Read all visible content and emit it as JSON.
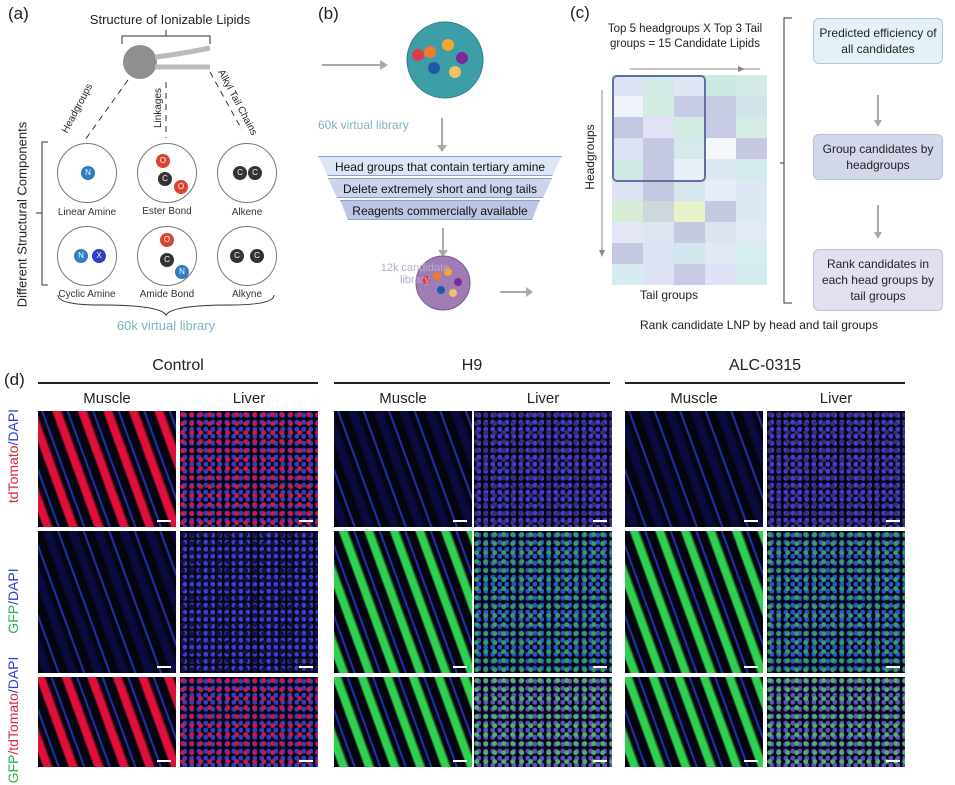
{
  "panel_a": {
    "label": "(a)",
    "title": "Structure of Ionizable Lipids",
    "branches": [
      "Headgroups",
      "Linkages",
      "Alkyl Tail Chains"
    ],
    "side_label": "Different Structural Components",
    "components": [
      {
        "name": "Linear Amine",
        "atoms": [
          "N"
        ]
      },
      {
        "name": "Ester Bond",
        "atoms": [
          "O",
          "C",
          "O"
        ]
      },
      {
        "name": "Alkene",
        "atoms": [
          "C",
          "C"
        ]
      },
      {
        "name": "Cyclic Amine",
        "atoms": [
          "N",
          "X"
        ]
      },
      {
        "name": "Amide Bond",
        "atoms": [
          "O",
          "C",
          "N"
        ]
      },
      {
        "name": "Alkyne",
        "atoms": [
          "C",
          "C"
        ]
      }
    ],
    "footer": "60k virtual library"
  },
  "panel_b": {
    "label": "(b)",
    "library_label": "60k virtual library",
    "filters": [
      "Head groups that contain tertiary amine",
      "Delete extremely short and long tails",
      "Reagents commercially available"
    ],
    "candidate_label": "12k candidate library"
  },
  "panel_c": {
    "label": "(c)",
    "title": "Top 5 headgroups X Top 3 Tail groups = 15 Candidate Lipids",
    "y_axis": "Headgroups",
    "x_axis": "Tail groups",
    "steps": [
      "Predicted efficiency of all candidates",
      "Group candidates by headgroups",
      "Rank candidates in each head groups by tail groups"
    ],
    "caption": "Rank candidate LNP by head and tail groups"
  },
  "panel_d": {
    "label": "(d)",
    "groups": [
      "Control",
      "H9",
      "ALC-0315"
    ],
    "tissues": [
      "Muscle",
      "Liver"
    ],
    "rows": [
      {
        "parts": [
          "tdTomato",
          "/DAPI"
        ]
      },
      {
        "parts": [
          "GFP",
          "/DAPI"
        ]
      },
      {
        "parts": [
          "GFP",
          "/tdTomato",
          "/DAPI"
        ]
      }
    ]
  },
  "colors": {
    "teal": "#7fb3c4",
    "red": "#d8283c",
    "green": "#2bb34a",
    "blue": "#2a3fcf",
    "lavender": "#c9c6e6"
  }
}
